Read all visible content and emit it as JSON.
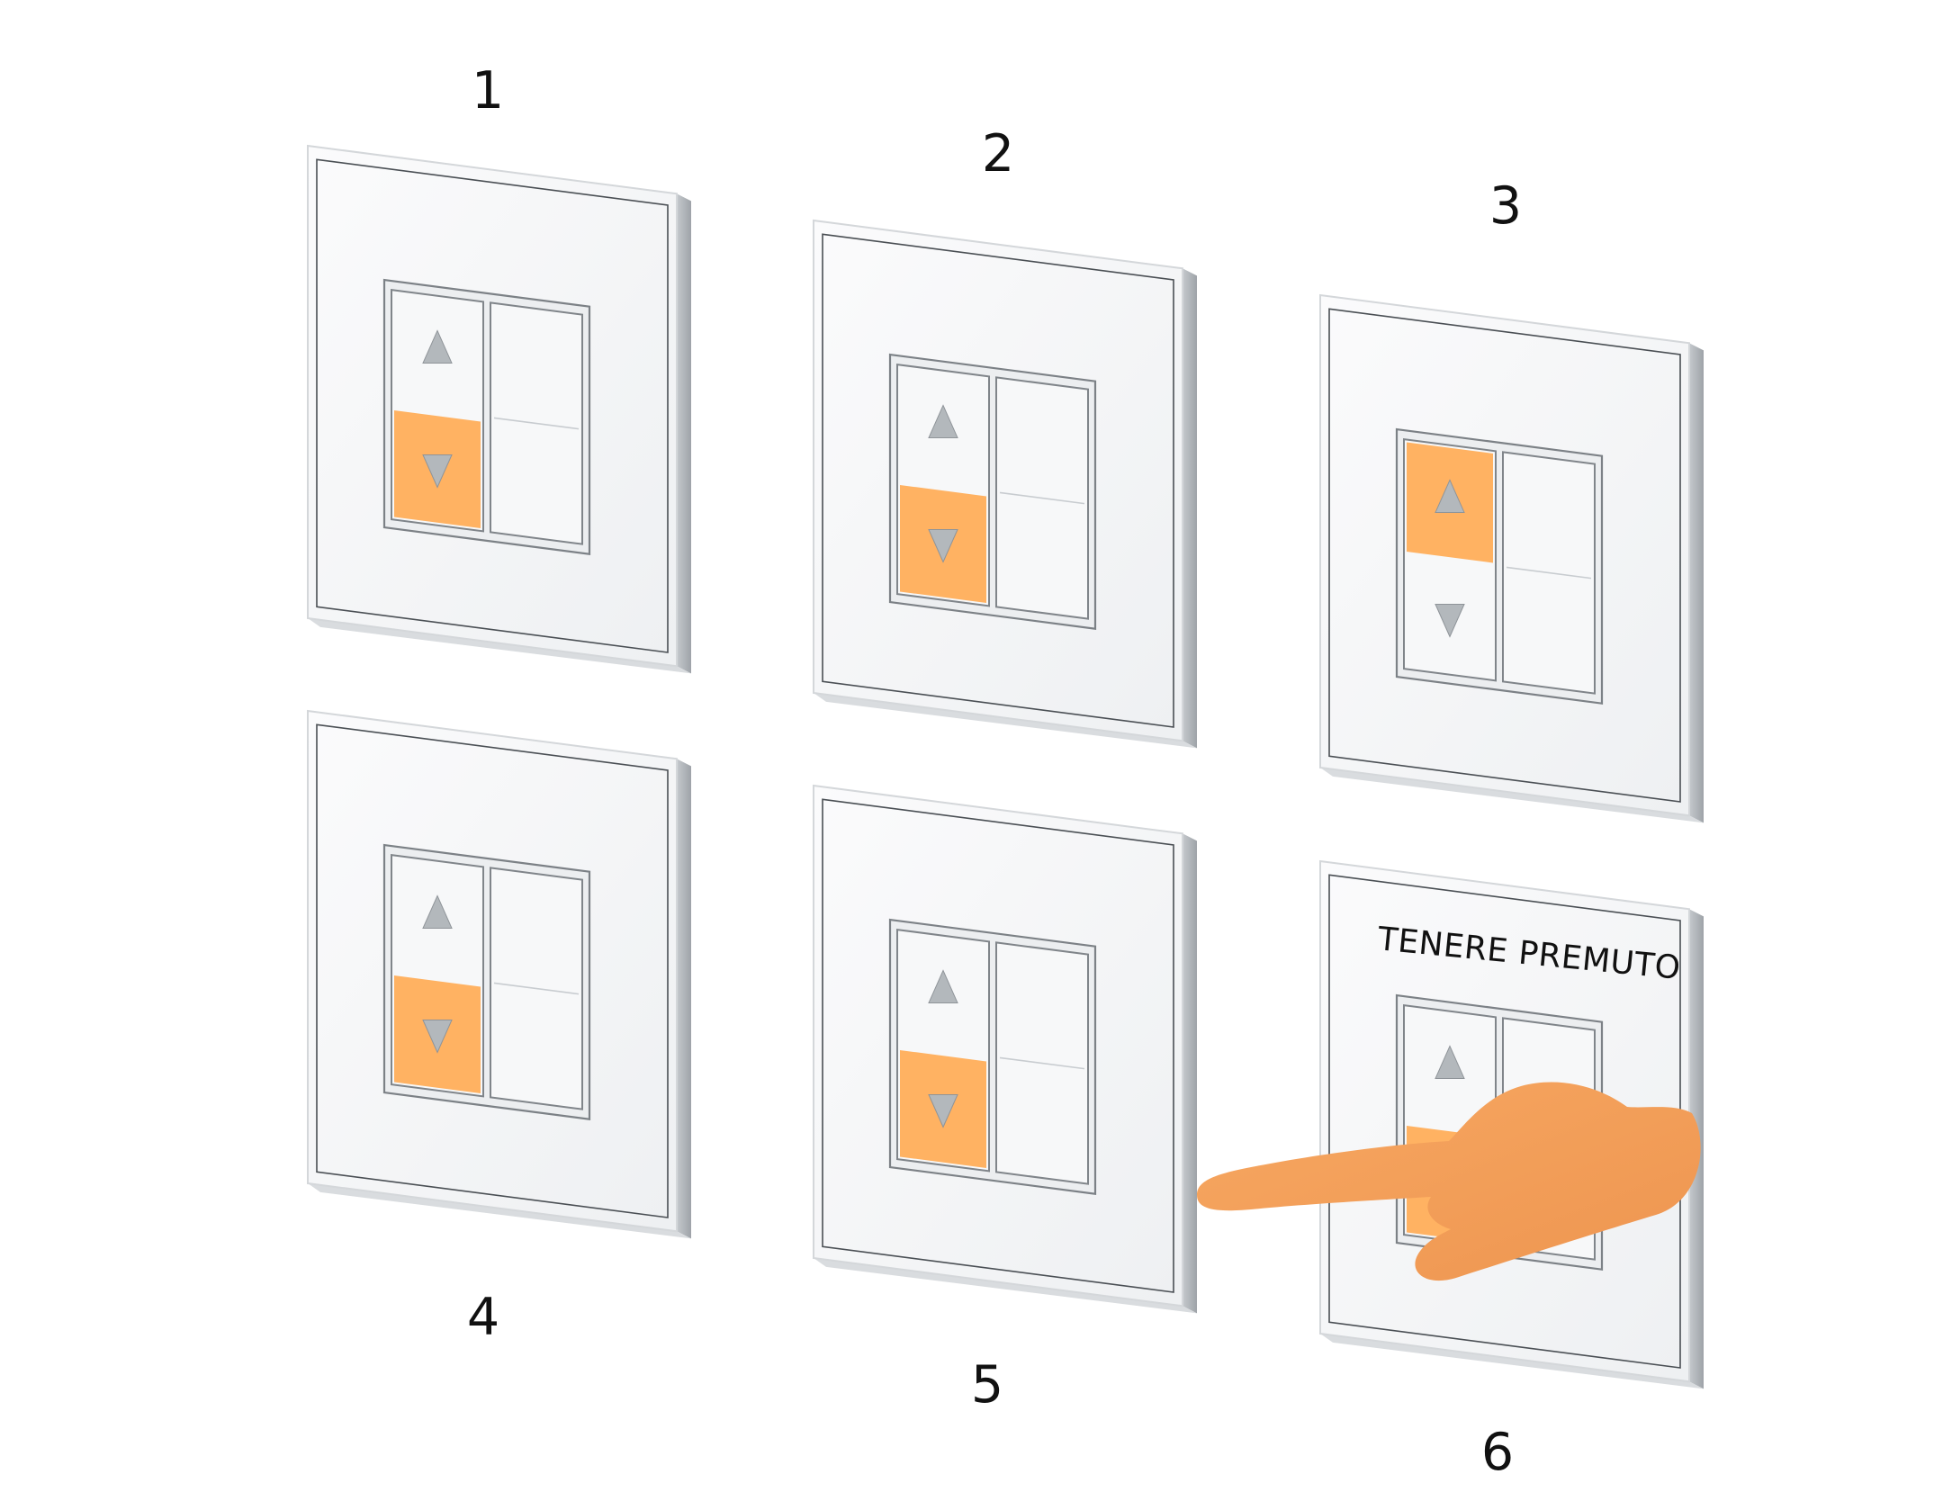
{
  "steps": [
    {
      "number": "1",
      "highlighted_key": "down",
      "finger": false,
      "caption": ""
    },
    {
      "number": "2",
      "highlighted_key": "down",
      "finger": false,
      "caption": ""
    },
    {
      "number": "3",
      "highlighted_key": "up",
      "finger": false,
      "caption": ""
    },
    {
      "number": "4",
      "highlighted_key": "down",
      "finger": false,
      "caption": ""
    },
    {
      "number": "5",
      "highlighted_key": "down",
      "finger": false,
      "caption": ""
    },
    {
      "number": "6",
      "highlighted_key": "down",
      "finger": true,
      "caption": "TENERE PREMUTO"
    }
  ],
  "colors": {
    "background": "#ffffff",
    "plate": "#f6f7f8",
    "plate_edge": "#a9aeb3",
    "key": "#f7f8f9",
    "highlight": "#ffb262",
    "arrow": "#b3b8bc",
    "finger": "#f4a05a",
    "text": "#111111"
  }
}
